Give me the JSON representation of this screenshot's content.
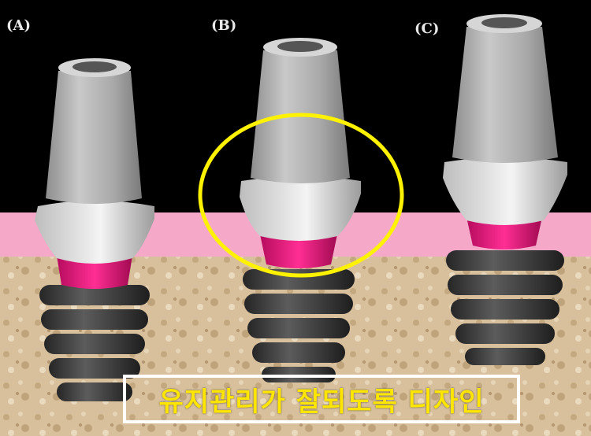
{
  "labels": {
    "a": "(A)",
    "b": "(B)",
    "c": "(C)"
  },
  "caption": "유지관리가 잘되도록 디자인",
  "colors": {
    "background": "#000000",
    "gingiva": "#f6a8c8",
    "bone": "#d9c3a3",
    "abutment": "#b5b5b5",
    "collar": "#e0157a",
    "implant": "#3d3d3d",
    "highlight_circle": "#fff200",
    "caption_text": "#ffe600",
    "caption_border": "#ffffff"
  }
}
